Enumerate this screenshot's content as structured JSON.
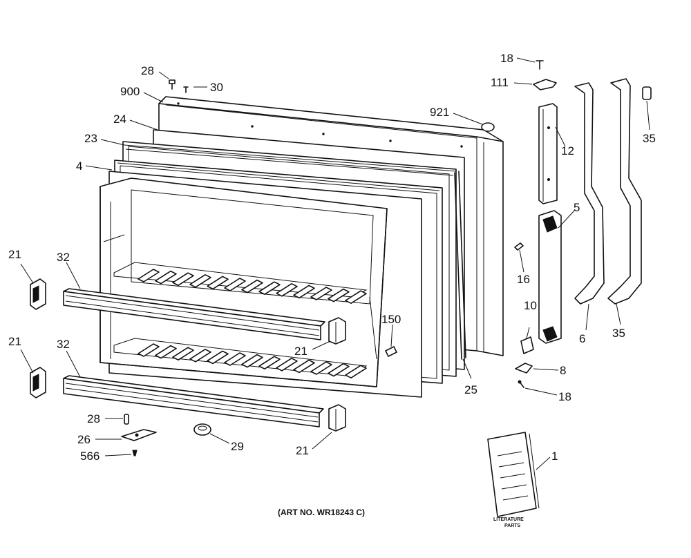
{
  "caption": "(ART NO. WR18243 C)",
  "literature": {
    "line1": "LITERATURE",
    "line2": "PARTS"
  },
  "labels": {
    "l18a": "18",
    "l111": "111",
    "l28a": "28",
    "l30": "30",
    "l900": "900",
    "l921": "921",
    "l24": "24",
    "l23": "23",
    "l4": "4",
    "l12": "12",
    "l35a": "35",
    "l5": "5",
    "l16": "16",
    "l10": "10",
    "l21a": "21",
    "l32a": "32",
    "l150": "150",
    "l21b": "21",
    "l21c": "21",
    "l32b": "32",
    "l6": "6",
    "l35b": "35",
    "l8": "8",
    "l18b": "18",
    "l25": "25",
    "l28b": "28",
    "l26": "26",
    "l566": "566",
    "l29": "29",
    "l21d": "21",
    "l1": "1"
  }
}
